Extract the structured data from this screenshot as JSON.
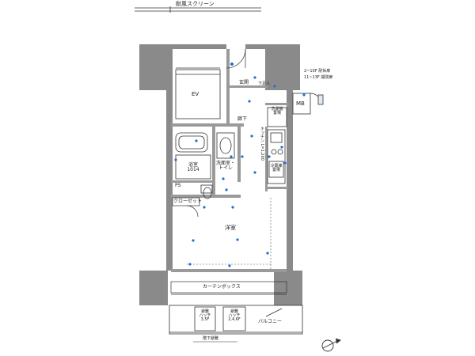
{
  "labels": {
    "top_screen": "耐風スクリーン",
    "ev": "EV",
    "entrance": "玄関",
    "shoe_box": "下足入",
    "laundry_space": "洗濯機\n置場",
    "corridor": "廊下",
    "mb": "MB",
    "door_note_1": "2~10F 耐休扉",
    "door_note_2": "11~13F 開閉扉",
    "kitchen": "キッチン L=1,200",
    "bath": "浴室\n1014",
    "washroom": "洗面室・\nトイレ",
    "fridge": "冷蔵庫\n置場",
    "ps": "PS",
    "closet": "クローゼット",
    "western_room": "洋室",
    "curtain_box": "カーテンボックス",
    "hatch_1": "避難\nハッチ\n3,5F",
    "hatch_2": "避難\nハッチ\n2,4,6F",
    "balcony": "バルコニー",
    "bottom_note": "階下避難"
  },
  "colors": {
    "wall": "#8a8a8a",
    "column": "#8a8a8a",
    "line": "#333333",
    "fixture": "#1e6fd9"
  },
  "icons": [
    "compass-icon",
    "light-icon",
    "outlet-icon"
  ]
}
